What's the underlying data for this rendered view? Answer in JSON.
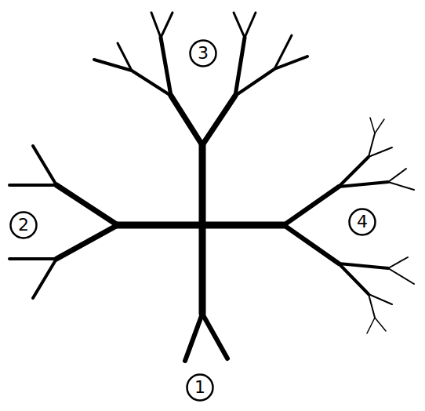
{
  "diagram": {
    "nodes": [
      {
        "text": [
          "3"
        ]
      },
      {
        "text": [
          "2"
        ]
      },
      {
        "text": [
          "4"
        ]
      },
      {
        "text": [
          "1"
        ]
      }
    ]
  }
}
